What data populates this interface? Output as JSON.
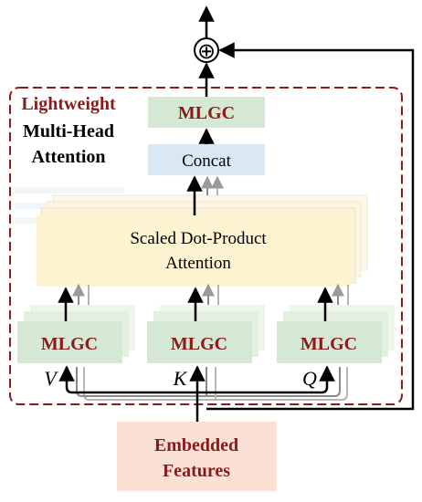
{
  "title": {
    "line1": "Lightweight",
    "line2": "Multi-Head",
    "line3": "Attention"
  },
  "blocks": {
    "mlgc_top": "MLGC",
    "concat": "Concat",
    "attention_line1": "Scaled Dot-Product",
    "attention_line2": "Attention",
    "mlgc_v": "MLGC",
    "mlgc_k": "MLGC",
    "mlgc_q": "MLGC",
    "input_line1": "Embedded",
    "input_line2": "Features"
  },
  "symbols": {
    "add": "⊕"
  },
  "labels": {
    "v": "V",
    "k": "K",
    "q": "Q"
  },
  "colors": {
    "dashed_border": "#8b1c1c",
    "dark_red_text": "#8b1a1a",
    "green_fill": "#d5e8d4",
    "blue_fill": "#dae8f4",
    "yellow_fill": "#fdf3d0",
    "input_fill": "#fbe0d6"
  }
}
